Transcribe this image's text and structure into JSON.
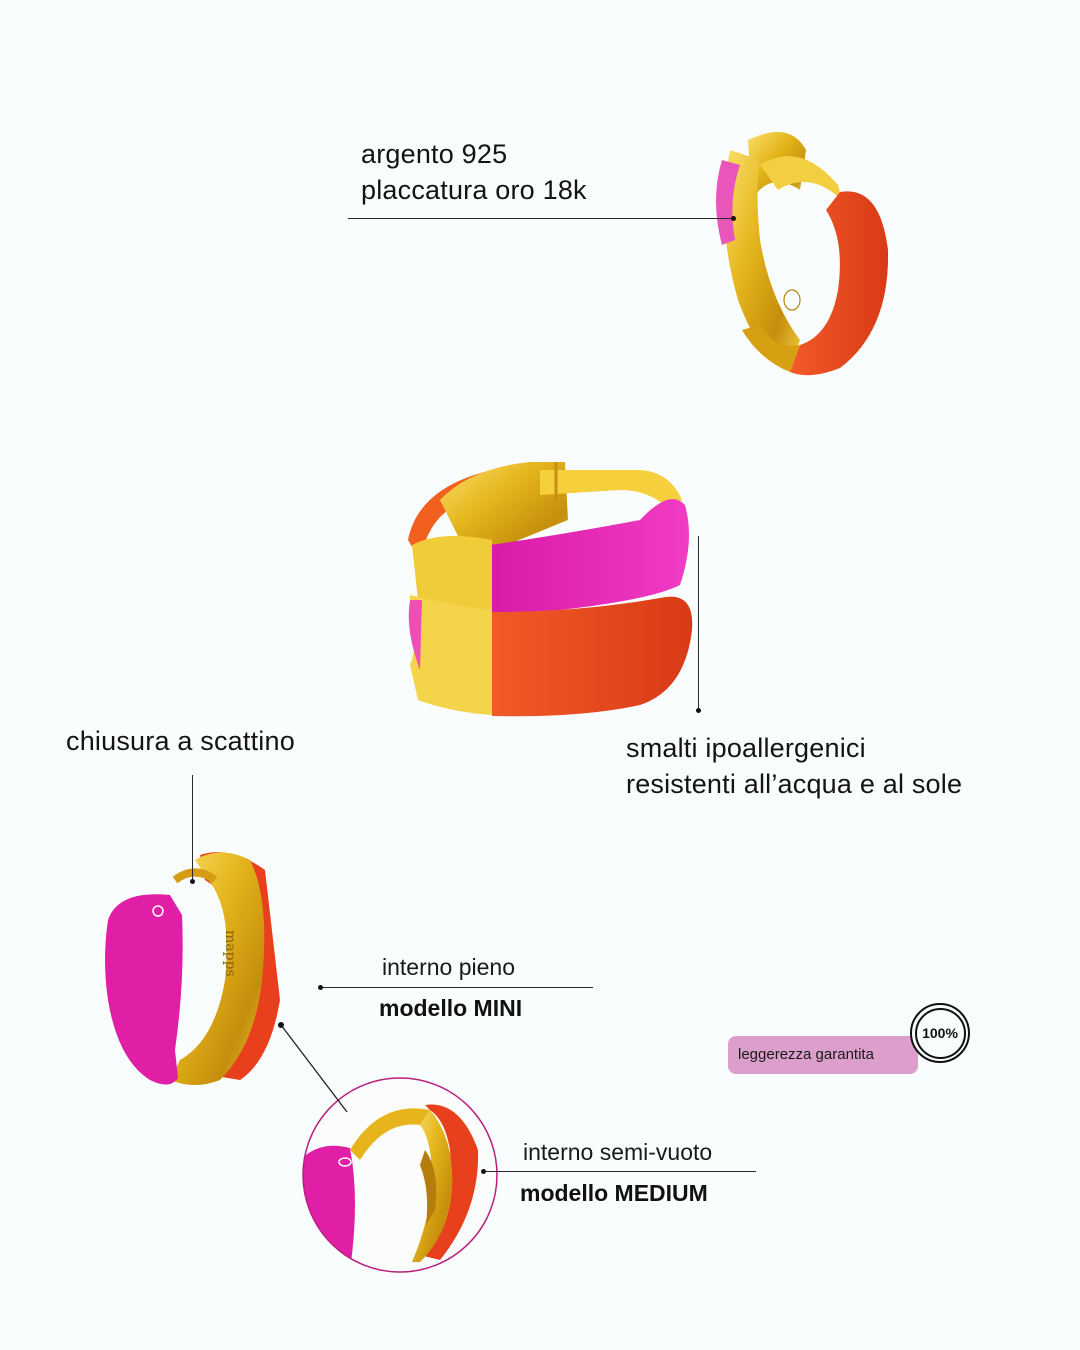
{
  "callouts": {
    "material": {
      "line1": "argento 925",
      "line2": "placcatura oro 18k"
    },
    "enamel": {
      "line1": "smalti ipoallergenici",
      "line2": "resistenti all’acqua e al sole"
    },
    "clasp": {
      "label": "chiusura a scattino"
    },
    "mini": {
      "detail": "interno pieno",
      "model": "modello MINI"
    },
    "medium": {
      "detail": "interno semi-vuoto",
      "model": "modello MEDIUM"
    }
  },
  "badge": {
    "text": "leggerezza garantita",
    "seal": "100%"
  },
  "product": {
    "engraving": "mapps"
  },
  "colors": {
    "background": "#f9fdfe",
    "pink_enamel": "#e22bb4",
    "orange_enamel": "#e8401c",
    "gold": "#e2b620",
    "badge_bg": "#dc9fcb",
    "circle_outline": "#b8207c"
  }
}
